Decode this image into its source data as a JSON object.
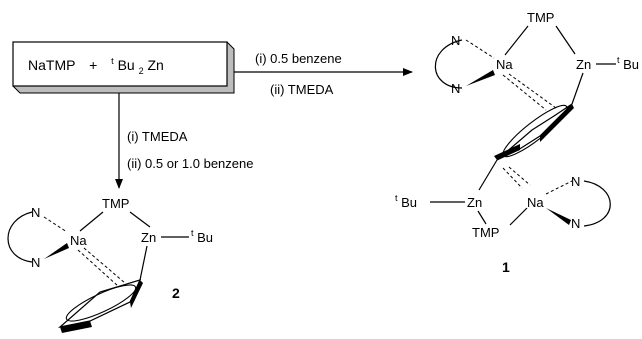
{
  "reactant_box": {
    "reagent_a": "NaTMP",
    "plus": "+",
    "tbu_sup": "t",
    "bu2zn_main": "Bu",
    "bu2zn_sub": "2",
    "bu2zn_tail": "Zn"
  },
  "arrow_right": {
    "step1": "(i) 0.5  benzene",
    "step2": "(ii) TMEDA"
  },
  "arrow_down": {
    "step1": "(i)  TMEDA",
    "step2": "(ii) 0.5 or 1.0 benzene"
  },
  "product1": {
    "label": "1",
    "tmp_top": "TMP",
    "na_top": "Na",
    "zn_top": "Zn",
    "tbu_sup_top": "t",
    "bu_top": "Bu",
    "tmp_bottom": "TMP",
    "na_bottom": "Na",
    "zn_bottom": "Zn",
    "tbu_sup_bottom": "t",
    "bu_bottom": "Bu",
    "n": "N"
  },
  "product2": {
    "label": "2",
    "tmp": "TMP",
    "na": "Na",
    "zn": "Zn",
    "tbu_sup": "t",
    "bu": "Bu",
    "n": "N"
  }
}
